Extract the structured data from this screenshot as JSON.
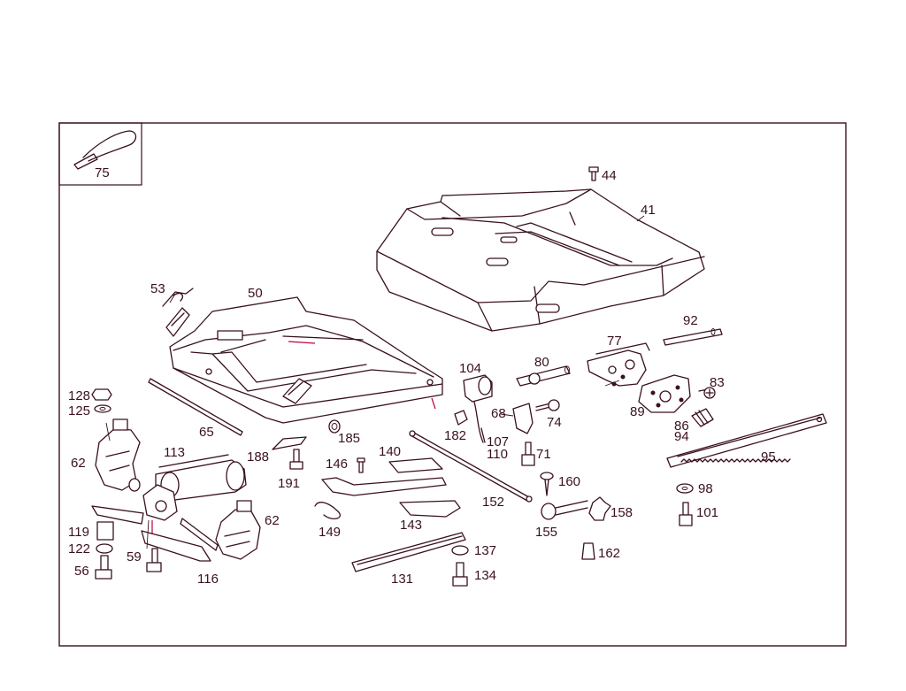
{
  "inset_label": "75",
  "colors": {
    "line": "#3a1020",
    "accent": "#c0003a",
    "background": "#ffffff"
  },
  "parts": [
    {
      "id": "p44",
      "label": "44"
    },
    {
      "id": "p41",
      "label": "41"
    },
    {
      "id": "p53",
      "label": "53"
    },
    {
      "id": "p50",
      "label": "50"
    },
    {
      "id": "p92",
      "label": "92"
    },
    {
      "id": "p77",
      "label": "77"
    },
    {
      "id": "p80",
      "label": "80"
    },
    {
      "id": "p104",
      "label": "104"
    },
    {
      "id": "p83",
      "label": "83"
    },
    {
      "id": "p68",
      "label": "68"
    },
    {
      "id": "p74",
      "label": "74"
    },
    {
      "id": "p89",
      "label": "89"
    },
    {
      "id": "p128",
      "label": "128"
    },
    {
      "id": "p125",
      "label": "125"
    },
    {
      "id": "p65",
      "label": "65"
    },
    {
      "id": "p86",
      "label": "86"
    },
    {
      "id": "p94",
      "label": "94"
    },
    {
      "id": "p182",
      "label": "182"
    },
    {
      "id": "p185",
      "label": "185"
    },
    {
      "id": "p107",
      "label": "107"
    },
    {
      "id": "p113",
      "label": "113"
    },
    {
      "id": "p62a",
      "label": "62"
    },
    {
      "id": "p188",
      "label": "188"
    },
    {
      "id": "p110",
      "label": "110"
    },
    {
      "id": "p71",
      "label": "71"
    },
    {
      "id": "p140",
      "label": "140"
    },
    {
      "id": "p95",
      "label": "95"
    },
    {
      "id": "p146",
      "label": "146"
    },
    {
      "id": "p191",
      "label": "191"
    },
    {
      "id": "p160",
      "label": "160"
    },
    {
      "id": "p98",
      "label": "98"
    },
    {
      "id": "p152",
      "label": "152"
    },
    {
      "id": "p62b",
      "label": "62"
    },
    {
      "id": "p158",
      "label": "158"
    },
    {
      "id": "p101",
      "label": "101"
    },
    {
      "id": "p143",
      "label": "143"
    },
    {
      "id": "p119",
      "label": "119"
    },
    {
      "id": "p149",
      "label": "149"
    },
    {
      "id": "p155",
      "label": "155"
    },
    {
      "id": "p122",
      "label": "122"
    },
    {
      "id": "p137",
      "label": "137"
    },
    {
      "id": "p59",
      "label": "59"
    },
    {
      "id": "p162",
      "label": "162"
    },
    {
      "id": "p56",
      "label": "56"
    },
    {
      "id": "p134",
      "label": "134"
    },
    {
      "id": "p116",
      "label": "116"
    },
    {
      "id": "p131",
      "label": "131"
    }
  ]
}
